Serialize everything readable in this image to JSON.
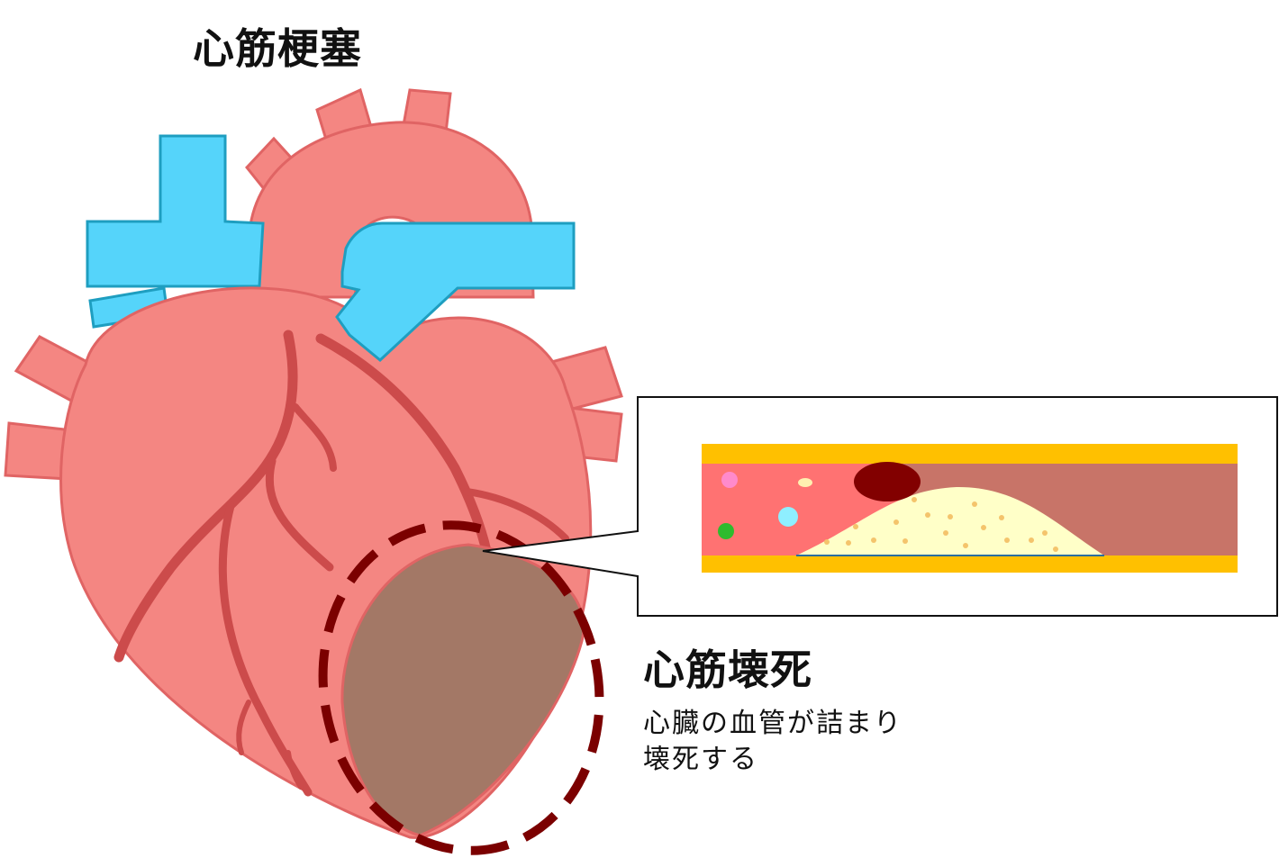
{
  "title": "心筋梗塞",
  "callout": {
    "label": "心筋壊死",
    "description": [
      "心臓の血管が詰まり",
      "壊死する"
    ]
  },
  "colors": {
    "heart_body": "#F48682",
    "heart_outline": "#E06464",
    "great_veins": "#55D4FA",
    "coronary_artery": "#CC4B4B",
    "necrotic_area": "#A37866",
    "dashed_marker": "#7B0000",
    "vessel_wall": "#FFC000",
    "blood_flow": "#FF7272",
    "blocked_segment": "#C87468",
    "plaque": "#FFFFC8",
    "thrombus": "#820000"
  },
  "icons": {
    "heart": "heart-illustration",
    "vessel": "blocked-vessel-illustration"
  }
}
